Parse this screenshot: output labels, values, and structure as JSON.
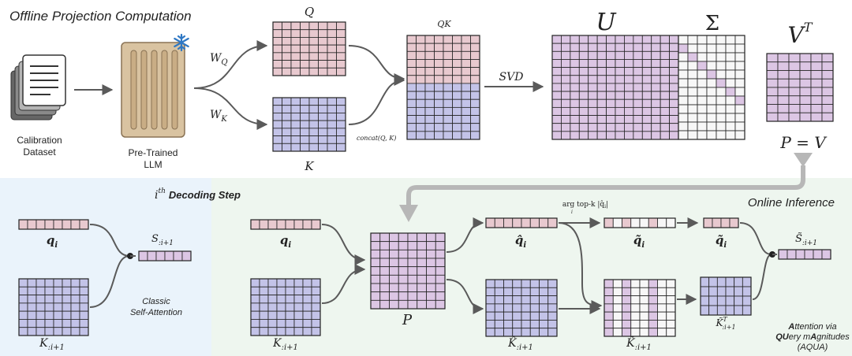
{
  "colors": {
    "pink": "#e8c9cf",
    "blue": "#c3c3e8",
    "lavender": "#dcc6e4",
    "white_cell": "#f7f7f7",
    "grid_line": "#222222",
    "arrow": "#5a5a5a",
    "bg_top": "#ffffff",
    "bg_left": "#eaf3fb",
    "bg_right": "#eef6ef",
    "big_arrow": "#b7b7b7",
    "snowflake": "#2f78c4",
    "llm_tan": "#d9c3a1"
  },
  "offline": {
    "section_title": "Offline Projection Computation",
    "calibration_label_1": "Calibration",
    "calibration_label_2": "Dataset",
    "llm_label_1": "Pre-Trained",
    "llm_label_2": "LLM",
    "wq_label": "W",
    "wq_sub": "Q",
    "wk_label": "W",
    "wk_sub": "K",
    "q_label": "Q",
    "k_label": "K",
    "qk_label": "QK",
    "concat_label": "concat(Q, K)",
    "svd_label": "SVD",
    "u_label": "U",
    "sigma_label": "Σ",
    "vt_label": "V",
    "vt_sup": "T",
    "pv_label": "P = V",
    "icons": [
      "document-stack-icon",
      "snowflake-icon"
    ]
  },
  "decoding": {
    "title_main": "i",
    "title_sup": "th",
    "title_rest": "Decoding Step",
    "qi_label": "q",
    "qi_sub": "i",
    "k_label": "K",
    "k_sub": ":i+1",
    "s_label": "S",
    "s_sub": ":i+1",
    "classic_1": "Classic",
    "classic_2": "Self-Attention"
  },
  "online": {
    "title": "Online Inference",
    "qi_label": "q",
    "qi_sub": "i",
    "k_label": "K",
    "k_sub": ":i+1",
    "p_label": "P",
    "qhat_label": "q̂",
    "qhat_sub": "i",
    "khat_label": "K̂",
    "khat_sub": ":i+1",
    "topk_label": "arg top-k |q̂",
    "topk_label_sub": "i",
    "topk_label_end": "|",
    "topk_under": "i",
    "qtilde_label": "q̃",
    "qtilde_sub": "i",
    "qtilde2_label": "q̃",
    "qtilde2_sub": "i",
    "ktilde_label": "K̃",
    "ktilde_sub": ":i+1",
    "ktildeT_label": "K̃",
    "ktildeT_sup": "T",
    "ktildeT_sub": ":i+1",
    "stilde_label": "S̃",
    "stilde_sub": ":i+1",
    "aqua_1_bold": "A",
    "aqua_1_rest": "ttention via",
    "aqua_2_bold": "QU",
    "aqua_2_mid": "ery m",
    "aqua_2_bold2": "A",
    "aqua_2_rest": "gnitudes",
    "aqua_3": "(AQUA)"
  }
}
